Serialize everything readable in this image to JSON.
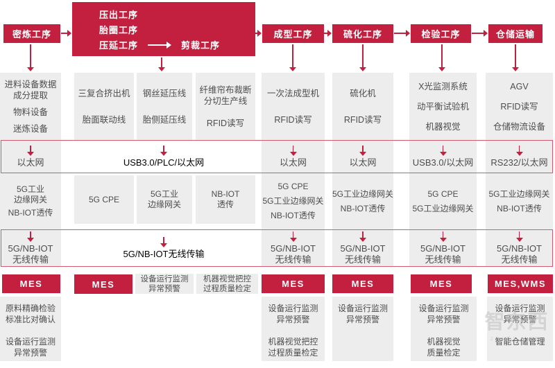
{
  "colors": {
    "accent": "#c2203e",
    "bus_border": "#d25a70",
    "box_bg": "#ededed",
    "box_text": "#4d4d4d"
  },
  "watermark": {
    "logo": "智东西",
    "site": "zhidx.com"
  },
  "stages": {
    "mixing": "密炼工序",
    "prep_lines": [
      "压出工序",
      "胎圈工序",
      "压延工序"
    ],
    "prep_branch": "剪裁工序",
    "molding": "成型工序",
    "curing": "硫化工序",
    "inspection": "检验工序",
    "warehouse": "仓储运输"
  },
  "mixing": {
    "equipment": [
      "进料设备数据\n成分提取",
      "物料设备",
      "迷炼设备"
    ],
    "network": "以太网",
    "edge": [
      "5G工业\n边缘网关",
      "NB-IOT透传"
    ],
    "wireless": "5G/NB-IOT\n无线传输",
    "platform": "MES",
    "apps": [
      "原料精确检验\n标准比对确认",
      "设备运行监测\n异常预警"
    ]
  },
  "mid": {
    "equipment1": [
      "三复合挤出机",
      "胎面联动线"
    ],
    "equipment2": [
      "钢丝延压线",
      "胎侧延压线"
    ],
    "equipment3": [
      "纤维帘布裁断\n分切生产线",
      "RFID读写"
    ],
    "network": "USB3.0/PLC/以太网",
    "edge": [
      "5G CPE",
      "5G工业\n边缘网关",
      "NB-IOT\n透传"
    ],
    "wireless": "5G/NB-IOT无线传输",
    "platform": "MES",
    "apps": [
      "设备运行监测\n异常预警",
      "机器视觉把控\n过程质量检定"
    ]
  },
  "molding": {
    "equipment": [
      "一次法成型机",
      "RFID读写"
    ],
    "network": "以太网",
    "edge": [
      "5G CPE",
      "5G工业边缘网关",
      "NB-IOT透传"
    ],
    "wireless": "5G/NB-IOT\n无线传输",
    "platform": "MES",
    "apps": [
      "设备运行监测\n异常预警",
      "机器视觉把控\n过程质量检定"
    ]
  },
  "curing": {
    "equipment": [
      "硫化机",
      "RFID读写"
    ],
    "network": "以太网",
    "edge": [
      "5G工业边缘网关",
      "NB-IOT透传"
    ],
    "wireless": "5G/NB-IOT\n无线传输",
    "platform": "MES",
    "apps": [
      "设备运行监测\n异常预警"
    ]
  },
  "inspection": {
    "equipment": [
      "X光监测系统",
      "动平衡试验机",
      "机器视觉"
    ],
    "network": "USB3.0/以太网",
    "edge": [
      "5G CPE",
      "5G工业边缘网关"
    ],
    "wireless": "5G/NB-IOT\n无线传输",
    "platform": "MES",
    "apps": [
      "设备运行监测\n异常预警",
      "机器视觉\n质量检定"
    ]
  },
  "warehouse": {
    "equipment": [
      "AGV",
      "RFID读写",
      "仓储物流设备"
    ],
    "network": "RS232/以太网",
    "edge": [
      "5G工业边缘网关",
      "NB-IOT透传"
    ],
    "wireless": "5G/NB-IOT\n无线传输",
    "platform": "MES,WMS",
    "apps": [
      "设备运行监测\n异常预警",
      "智能仓储管理"
    ]
  }
}
